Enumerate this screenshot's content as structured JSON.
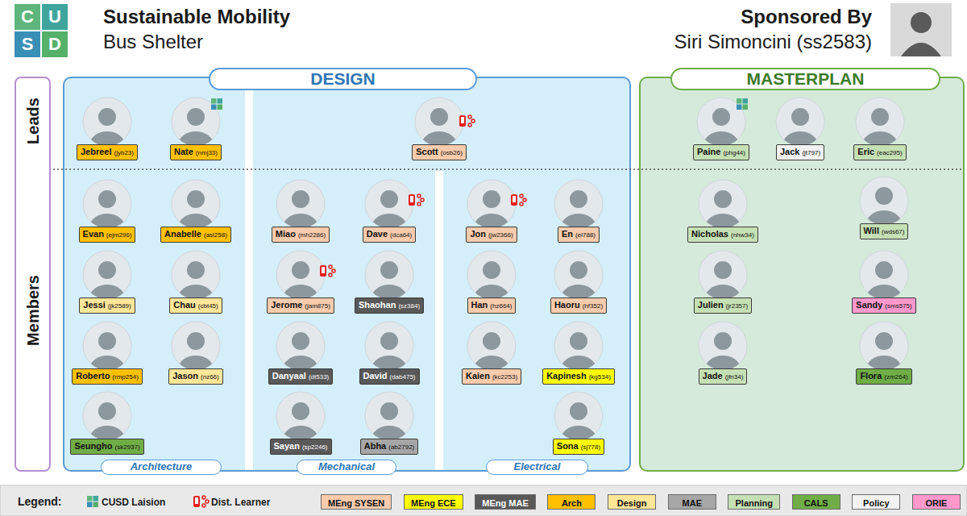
{
  "diagram": {
    "title": "Sustainable Mobility",
    "nodes": [
      {
        "text": [
          "Leads",
          "Members"
        ]
      },
      {
        "text": [
          "DESIGN"
        ]
      },
      {
        "text": [
          "Architecture"
        ],
        "in": 1
      },
      {
        "text": [
          "Jebreel",
          "(jyb23)"
        ],
        "in": 2
      },
      {
        "text": [
          "Nate",
          "(nmj33)"
        ],
        "in": 2
      },
      {
        "text": [
          "Evan",
          "(ejm296)"
        ],
        "in": 2
      },
      {
        "text": [
          "Anabelle",
          "(asl258)"
        ],
        "in": 2
      },
      {
        "text": [
          "Jessi",
          "(jk2589)"
        ],
        "in": 2
      },
      {
        "text": [
          "Chau",
          "(cbt45)"
        ],
        "in": 2
      },
      {
        "text": [
          "Roberto",
          "(rmp254)"
        ],
        "in": 2
      },
      {
        "text": [
          "Jason",
          "(nz66)"
        ],
        "in": 2
      },
      {
        "text": [
          "Seungho",
          "(sk2937)"
        ],
        "in": 2
      },
      {
        "text": [
          "Scott",
          "(osb26)"
        ],
        "in": 1
      },
      {
        "text": [
          "Mechanical"
        ],
        "in": 1
      },
      {
        "text": [
          "Miao",
          "(mh2286)"
        ],
        "in": 13
      },
      {
        "text": [
          "Dave",
          "(dca64)"
        ],
        "in": 13
      },
      {
        "text": [
          "Jerome",
          "(jam875)"
        ],
        "in": 13
      },
      {
        "text": [
          "Shaohan",
          "(sz384)"
        ],
        "in": 13
      },
      {
        "text": [
          "Danyaal",
          "(dt533)"
        ],
        "in": 13
      },
      {
        "text": [
          "David",
          "(dab475)"
        ],
        "in": 13
      },
      {
        "text": [
          "Sayan",
          "(sp2246)"
        ],
        "in": 13
      },
      {
        "text": [
          "Abha",
          "(ab2792)"
        ],
        "in": 13
      },
      {
        "text": [
          "Electrical"
        ],
        "in": 1
      },
      {
        "text": [
          "Jon",
          "(jw2366)"
        ],
        "in": 22
      },
      {
        "text": [
          "En",
          "(el788)"
        ],
        "in": 22
      },
      {
        "text": [
          "Han",
          "(hz664)"
        ],
        "in": 22
      },
      {
        "text": [
          "Haoru",
          "(hf352)"
        ],
        "in": 22
      },
      {
        "text": [
          "Kaien",
          "(kc2253)"
        ],
        "in": 22
      },
      {
        "text": [
          "Kapinesh",
          "(kg534)"
        ],
        "in": 22
      },
      {
        "text": [
          "Sona",
          "(sj778)"
        ],
        "in": 22
      },
      {
        "text": [
          "MASTERPLAN"
        ]
      },
      {
        "text": [
          "Paine",
          "(phg44)"
        ],
        "in": 30
      },
      {
        "text": [
          "Jack",
          "(jt797)"
        ],
        "in": 30
      },
      {
        "text": [
          "Eric",
          "(eac295)"
        ],
        "in": 30
      },
      {
        "text": [
          "Nicholas",
          "(nhw34)"
        ],
        "in": 30
      },
      {
        "text": [
          "Will",
          "(wds67)"
        ],
        "in": 30
      },
      {
        "text": [
          "Julien",
          "(jr2357)"
        ],
        "in": 30
      },
      {
        "text": [
          "Sandy",
          "(sms575)"
        ],
        "in": 30
      },
      {
        "text": [
          "Jade",
          "(jfn34)"
        ],
        "in": 30
      },
      {
        "text": [
          "Flora",
          "(zm264)"
        ],
        "in": 30
      }
    ],
    "labels": [
      "C",
      "U",
      "S",
      "D",
      "Bus Shelter",
      "Sponsored By",
      "Siri Simoncini (ss2583)",
      "Legend:"
    ],
    "legend": [
      {
        "text": "CUSD Laision"
      },
      {
        "text": "Dist. Learner"
      },
      {
        "text": "MEng SYSEN",
        "color": "#f8cbad"
      },
      {
        "text": "MEng ECE",
        "color": "#ffff00"
      },
      {
        "text": "MEng MAE",
        "color": "#595959"
      },
      {
        "text": "Arch",
        "color": "#ffc000"
      },
      {
        "text": "Design",
        "color": "#ffe699"
      },
      {
        "text": "MAE",
        "color": "#a6a6a6"
      },
      {
        "text": "Planning",
        "color": "#c5e0b4"
      },
      {
        "text": "CALS",
        "color": "#70ad47"
      },
      {
        "text": "Policy",
        "color": "#f2f2f2"
      },
      {
        "text": "ORIE",
        "color": "#ff99cc"
      }
    ]
  }
}
